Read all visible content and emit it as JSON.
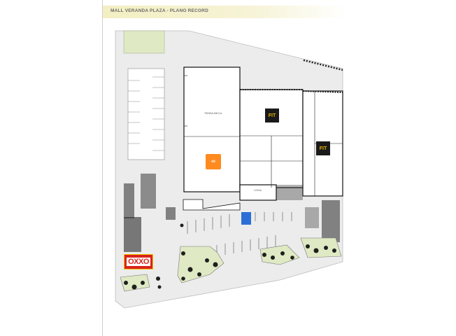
{
  "title": "MALL VERANDA PLAZA - PLANO RECORD",
  "logos": {
    "oxxo": "OXXO",
    "orange_brand": "ok",
    "dark_brand_1": "FIT",
    "dark_brand_2": "FIT"
  },
  "unit_labels": {
    "upper_left": "TIENDA ANCLA",
    "small_center": "LOCAL"
  },
  "colors": {
    "lines": "#111111",
    "paving": "#e6e6e6",
    "greenery": "#dfe9c4",
    "oxxo_red": "#d9231c",
    "oxxo_yellow": "#f1c500",
    "brand_orange": "#ff8a1f",
    "water_blue": "#2b6fd6"
  }
}
